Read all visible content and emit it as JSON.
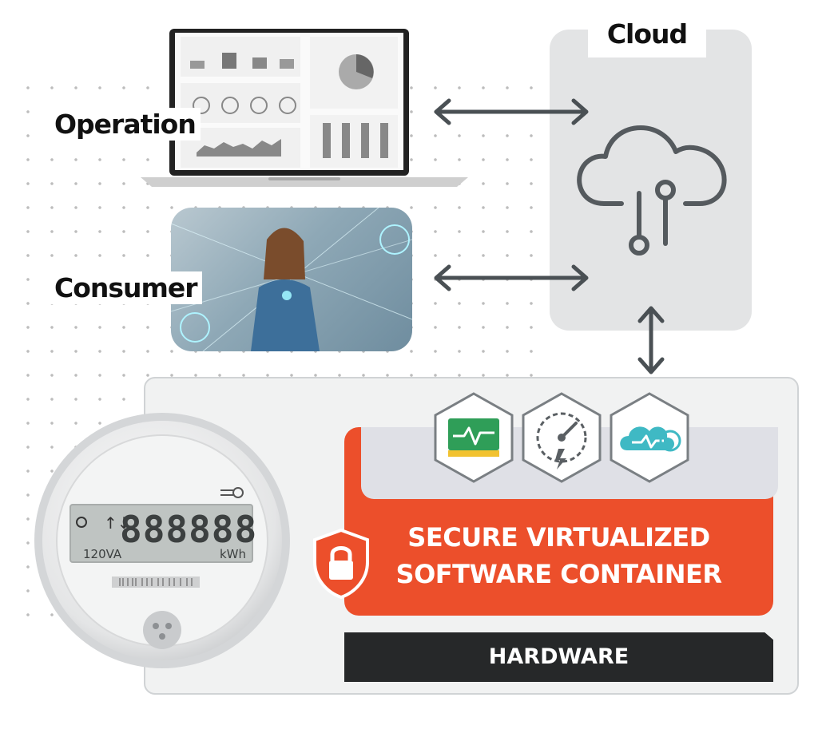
{
  "labels": {
    "cloud": "Cloud",
    "operation": "Operation",
    "consumer": "Consumer"
  },
  "container": {
    "line1": "SECURE VIRTUALIZED",
    "line2": "SOFTWARE CONTAINER",
    "hardware": "HARDWARE"
  },
  "meter": {
    "digits": "888888",
    "left_unit": "120VA",
    "right_unit": "kWh"
  },
  "icons": [
    "monitor-pulse-icon",
    "gauge-icon",
    "cloud-pulse-icon",
    "shield-lock-icon",
    "cloud-network-icon"
  ],
  "colors": {
    "accent": "#ec4f2b",
    "dark": "#262829",
    "arrow": "#4a5054",
    "icon_green": "#2f9e58",
    "icon_teal": "#3fb9c4"
  }
}
